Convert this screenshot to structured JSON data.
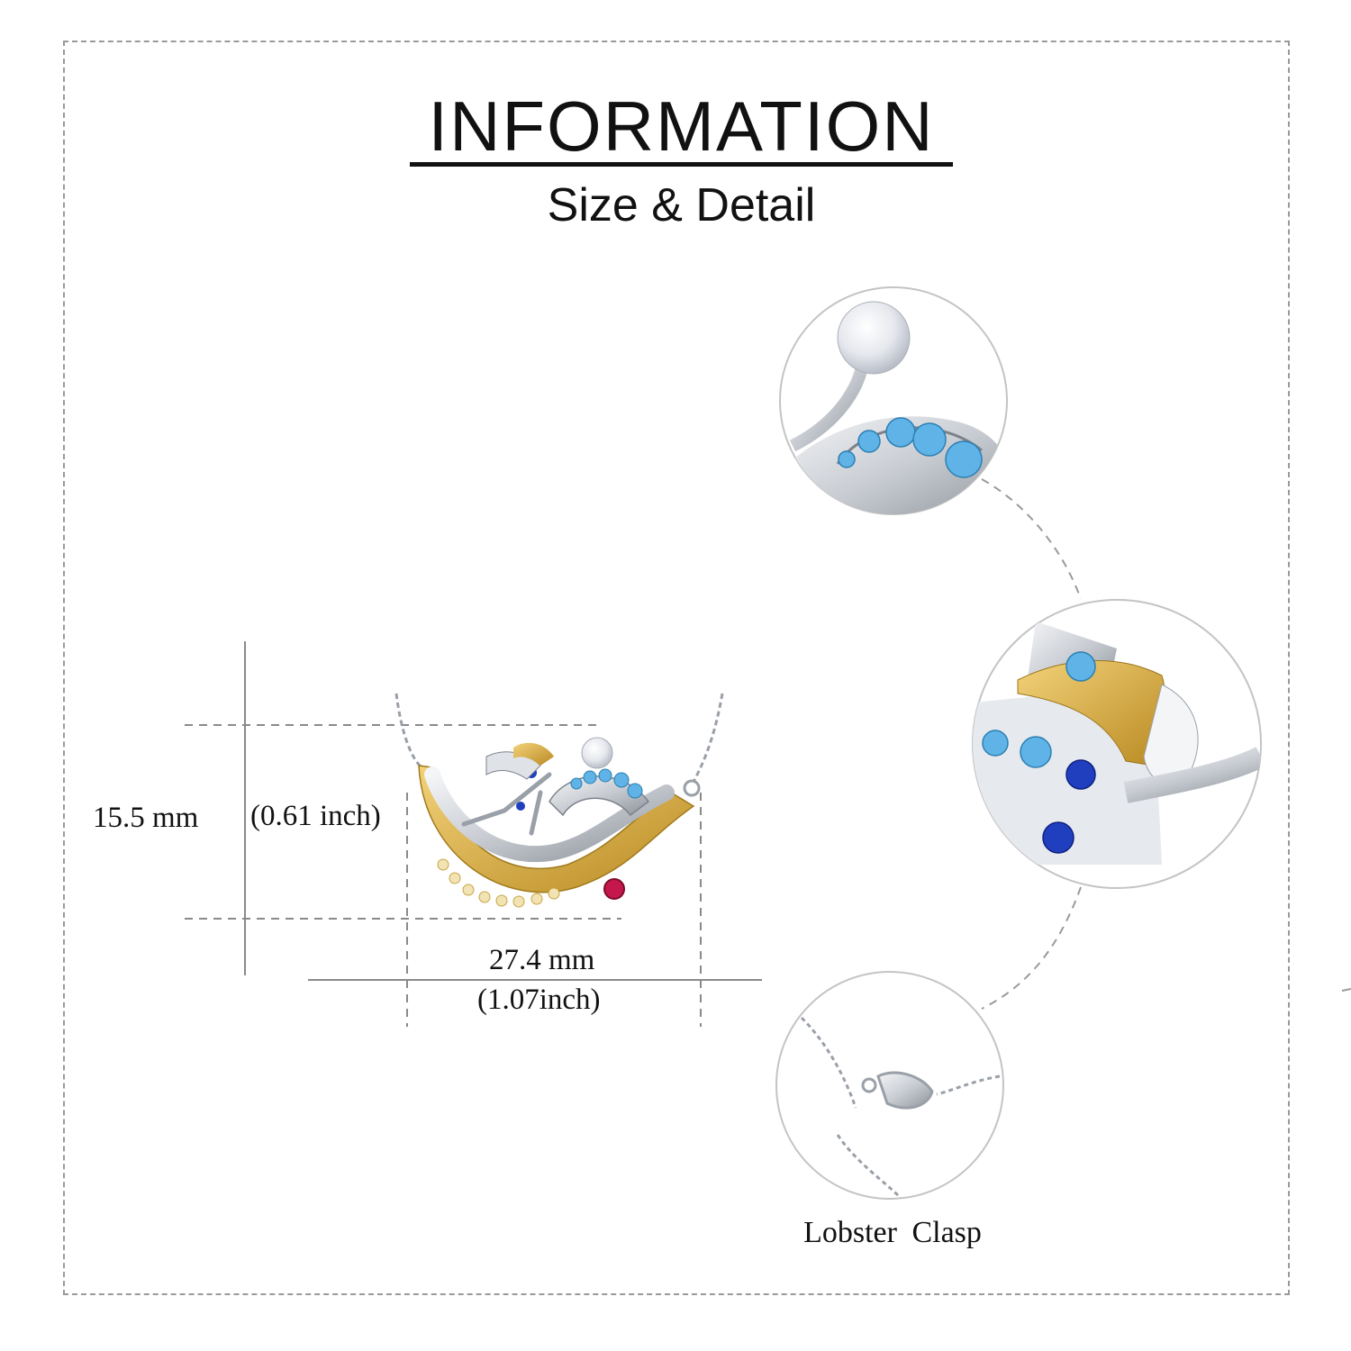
{
  "header": {
    "title": "INFORMATION",
    "subtitle": "Size & Detail"
  },
  "dimensions": {
    "height_mm": "15.5 mm",
    "height_inch": "(0.61 inch)",
    "width_mm": "27.4 mm",
    "width_inch": "(1.07inch)"
  },
  "details": {
    "clasp_label": "Lobster  Clasp"
  },
  "colors": {
    "text": "#111111",
    "dash_line": "#9a9a9a",
    "silver": "#cfd3d8",
    "gold": "#d4a73a",
    "light_blue_stone": "#5fb3e6",
    "dark_blue_stone": "#1f3fbf",
    "red_stone": "#c4174a",
    "pearl": "#eef0f4"
  }
}
